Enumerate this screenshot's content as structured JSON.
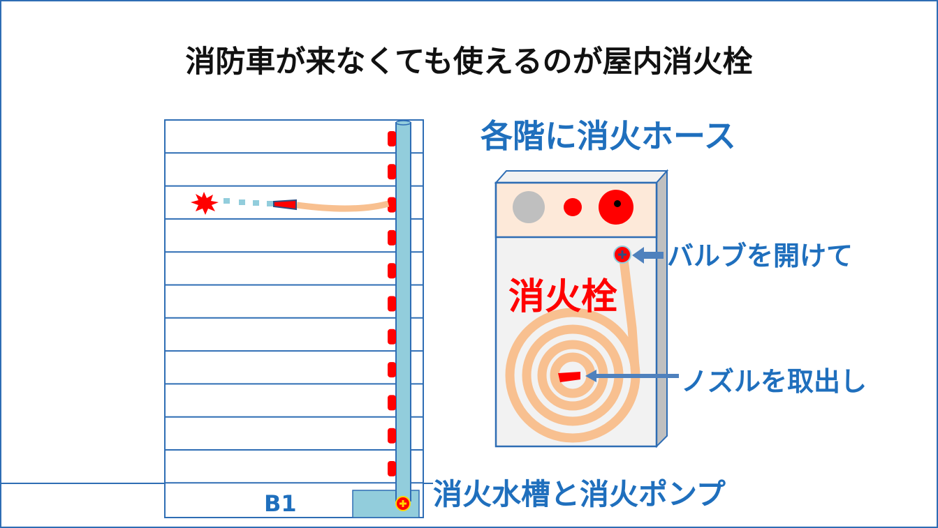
{
  "title": "消防車が来なくても使えるのが屋内消火栓",
  "subtitle": "各階に消火ホース",
  "labels": {
    "valve": "バルブを開けて",
    "hydrant": "消火栓",
    "nozzle": "ノズルを取出し",
    "pump": "消火水槽と消火ポンプ",
    "basement": "B1"
  },
  "colors": {
    "line": "#2e6db4",
    "pipe": "#92cddc",
    "hose": "#f8c090",
    "red": "#ff0000",
    "text_blue": "#1f6fbd"
  }
}
